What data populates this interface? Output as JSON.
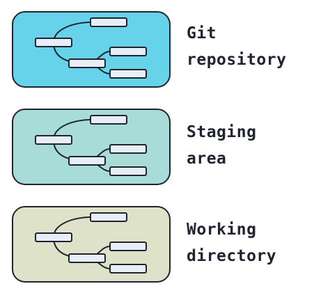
{
  "title": "",
  "panels": [
    {
      "line1": "Git",
      "line2": "repository",
      "fill": "#67d3ea"
    },
    {
      "line1": "Staging",
      "line2": "area",
      "fill": "#a8dcd9"
    },
    {
      "line1": "Working",
      "line2": "directory",
      "fill": "#dde2c8"
    }
  ],
  "colors": {
    "stroke": "#1f2430",
    "node_fill": "#e8eef7"
  }
}
